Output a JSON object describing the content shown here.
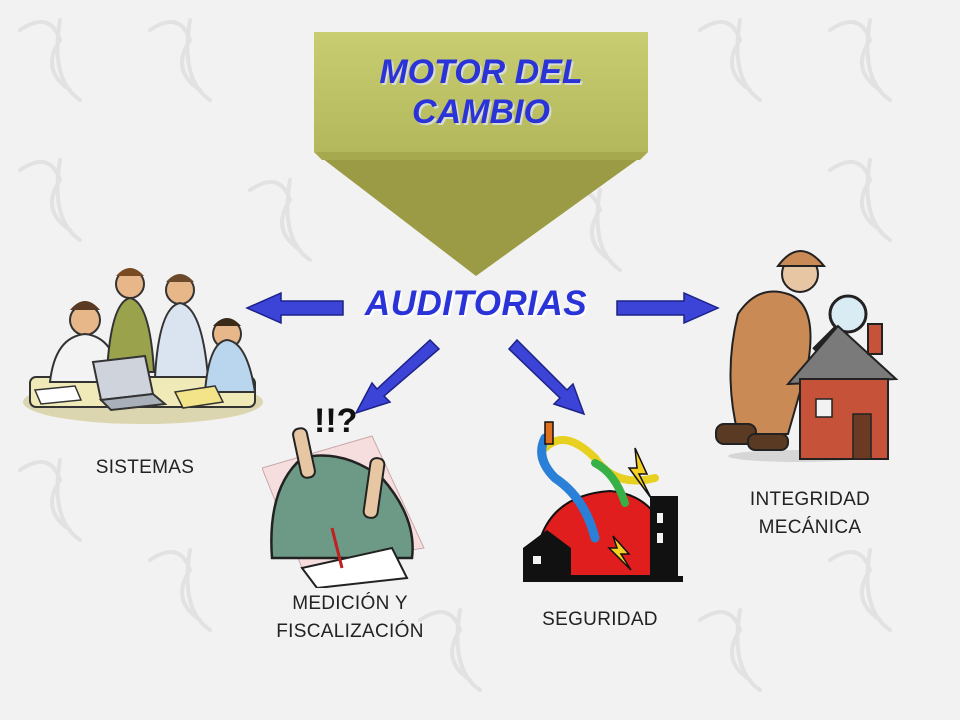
{
  "header": {
    "title": "MOTOR DEL CAMBIO",
    "title_line1": "MOTOR DEL",
    "title_line2": "CAMBIO"
  },
  "hub": {
    "label": "AUDITORIAS"
  },
  "nodes": {
    "sistemas": "SISTEMAS",
    "medicion_line1": "MEDICIÓN Y",
    "medicion_line2": "FISCALIZACIÓN",
    "seguridad": "SEGURIDAD",
    "integridad_line1": "INTEGRIDAD",
    "integridad_line2": "MECÁNICA"
  },
  "colors": {
    "funnel_top": "#c3c76a",
    "funnel_bottom": "#9a9b44",
    "arrow_fill": "#3b44d6",
    "text_blue": "#2a33d8",
    "background": "#f2f2f2"
  }
}
